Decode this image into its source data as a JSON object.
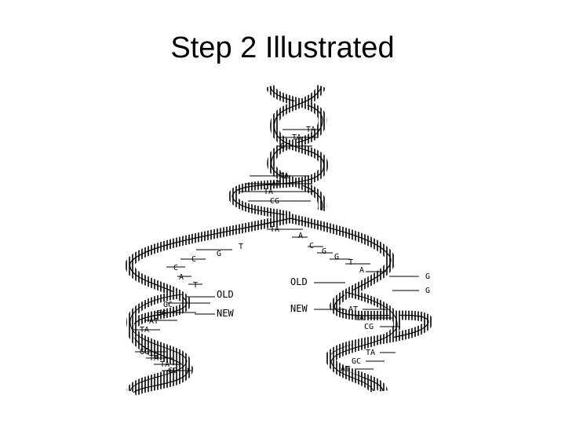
{
  "slide": {
    "title": "Step 2 Illustrated"
  },
  "diagram": {
    "top_pairs": [
      "TA",
      "TA",
      "GC",
      "TA",
      "AT",
      "TA",
      "CG",
      "TA"
    ],
    "left_bases": [
      "T",
      "G",
      "C",
      "C",
      "A",
      "T"
    ],
    "right_bases": [
      "A",
      "C",
      "G",
      "G",
      "T",
      "A"
    ],
    "far_right_bases": [
      "G",
      "G"
    ],
    "old_left": "OLD",
    "new_left": "NEW",
    "old_right": "OLD",
    "new_right": "NEW",
    "left_pairs": [
      "GC",
      "GC",
      "AT",
      "TA",
      "GC",
      "TA",
      "TA",
      "GC"
    ],
    "right_pairs": [
      "AT",
      "TA",
      "CG",
      "TA",
      "GC",
      "AT"
    ]
  }
}
